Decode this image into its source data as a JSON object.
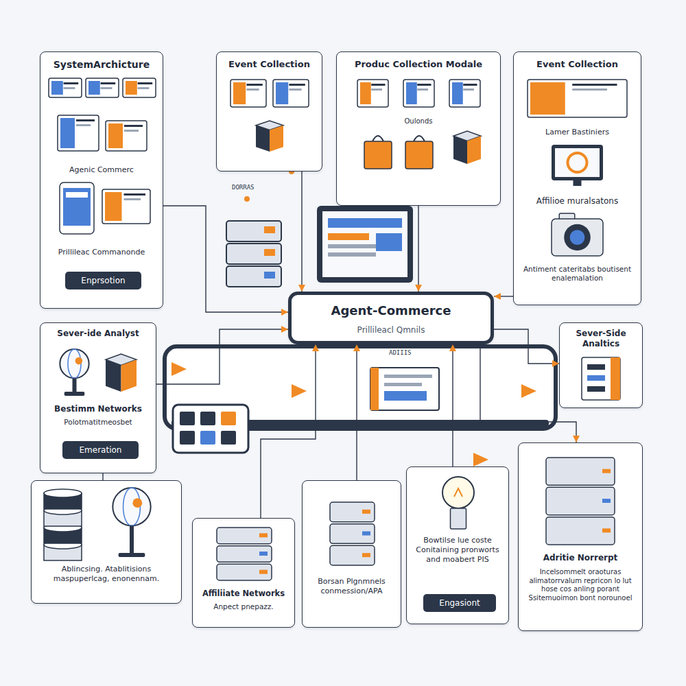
{
  "diagram": {
    "nodes": [
      {
        "text": [
          "SystemArchicture",
          "Agenic Commerc",
          "Prillileac Commanonde"
        ]
      },
      {
        "text": [
          "Enprsotion"
        ],
        "in": 0
      },
      {
        "text": [
          "Event Collection"
        ]
      },
      {
        "text": [
          "Produc Collection Modale",
          "Oulonds"
        ]
      },
      {
        "text": [
          "Event Collection",
          "Lamer Bastiniers",
          "Affilioe muralsatons",
          "Antiment cateritabs boutisent enalemalation"
        ]
      },
      {
        "text": [
          "Sever-ide Analyst",
          "Bestimm Networks",
          "Polotmatitmeosbet"
        ]
      },
      {
        "text": [
          "Emeration"
        ],
        "in": 5
      },
      {
        "text": [
          "Agent-Commerce",
          "Prillileacl Qmnils"
        ]
      },
      {
        "text": [
          "Sever-Side Analtics"
        ]
      },
      {
        "text": [
          "Ablincsing. Atablitisions maspuperlcag, enonennam."
        ]
      },
      {
        "text": [
          "Affiliiate Networks",
          "Anpect pnepazz."
        ]
      },
      {
        "text": [
          "Borsan Plgnmnels conmession/APA"
        ]
      },
      {
        "text": [
          "Bowtilse lue coste Conitaining pronworts and moabert PIS"
        ]
      },
      {
        "text": [
          "Engasiont"
        ],
        "in": 12
      },
      {
        "text": [
          "Adritie Norrerpt",
          "Incelsommelt oraoturas alimatorrvalum repricon lo lut hose cos anling porant Ssitemuoimon bont norounoel"
        ]
      }
    ],
    "edges": [
      {
        "from": 0,
        "to": 7,
        "arrow": "to"
      },
      {
        "from": 2,
        "to": 7,
        "arrow": "to"
      },
      {
        "from": 3,
        "to": 7,
        "arrow": "to"
      },
      {
        "from": 4,
        "to": 7,
        "arrow": "to"
      },
      {
        "from": 5,
        "to": 7,
        "arrow": "to"
      },
      {
        "from": 7,
        "to": 8,
        "arrow": "to"
      },
      {
        "from": 10,
        "to": 7,
        "arrow": "to"
      },
      {
        "from": 11,
        "to": 7,
        "arrow": "to"
      },
      {
        "from": 12,
        "to": 7,
        "arrow": "to"
      },
      {
        "from": 7,
        "to": 14,
        "arrow": "to"
      },
      {
        "from": 9,
        "to": 5,
        "arrow": "none"
      }
    ],
    "labels": [
      "DORRAS",
      "ADIIIS"
    ]
  }
}
